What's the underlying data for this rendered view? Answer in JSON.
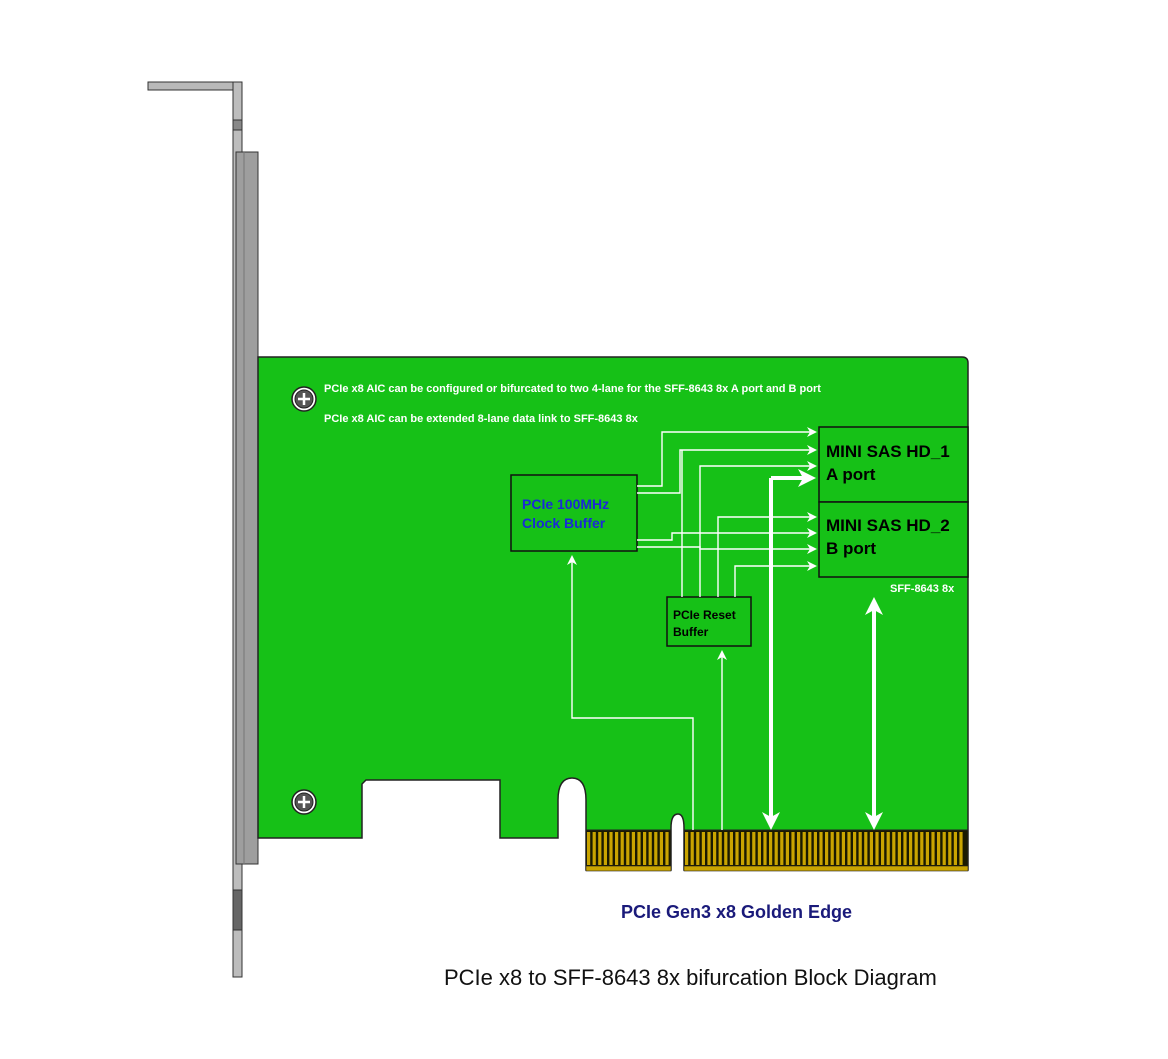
{
  "notes": {
    "line1": "PCIe x8 AIC can be configured or bifurcated to two 4-lane for the SFF-8643 8x A port and B port",
    "line2": "PCIe x8 AIC can be extended 8-lane data link to SFF-8643 8x"
  },
  "clock_buffer": {
    "line1": "PCIe 100MHz",
    "line2": "Clock Buffer"
  },
  "reset_buffer": {
    "line1": "PCIe Reset",
    "line2": "Buffer"
  },
  "port1": {
    "line1": "MINI SAS HD_1",
    "line2": "A port"
  },
  "port2": {
    "line1": "MINI SAS HD_2",
    "line2": "B port"
  },
  "connector_label": "SFF-8643 8x",
  "edge_caption": "PCIe Gen3 x8 Golden Edge",
  "main_caption": "PCIe x8 to SFF-8643 8x bifurcation Block Diagram",
  "colors": {
    "pcb": "#16c117",
    "gold_finger": "#c9a400",
    "bracket": "#a7a7a7",
    "clock_text": "#1a2ad6",
    "edge_caption": "#1a1a7a"
  }
}
